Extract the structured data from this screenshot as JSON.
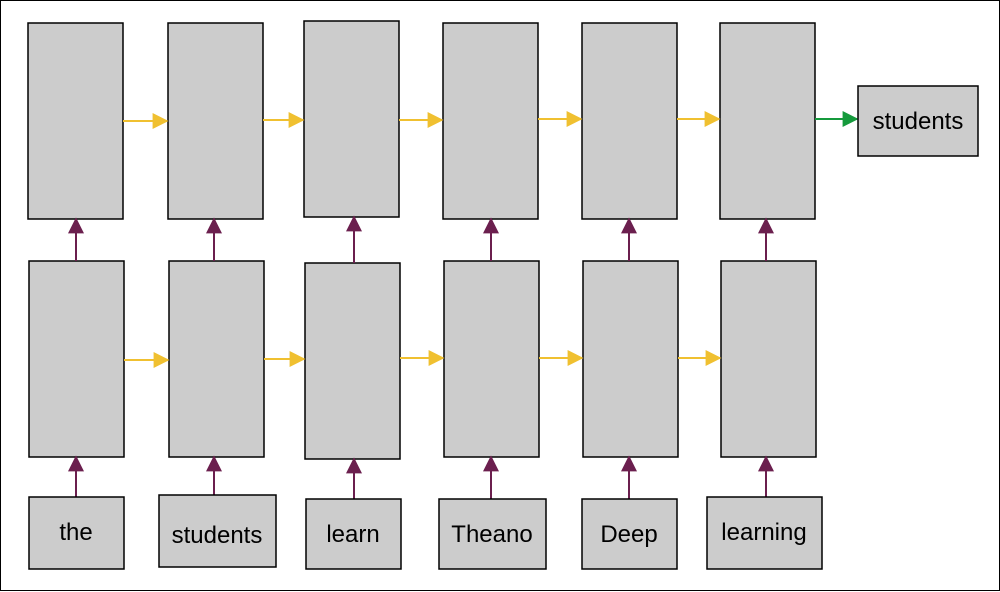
{
  "diagram": {
    "input_words": [
      "the",
      "students",
      "learn",
      "Theano",
      "Deep",
      "learning"
    ],
    "output_word": "students",
    "colors": {
      "cell_fill": "#cccccc",
      "border": "#000000",
      "recurrent_arrow": "#f0c030",
      "vertical_arrow": "#6b1f4e",
      "output_arrow": "#159a3c"
    }
  }
}
